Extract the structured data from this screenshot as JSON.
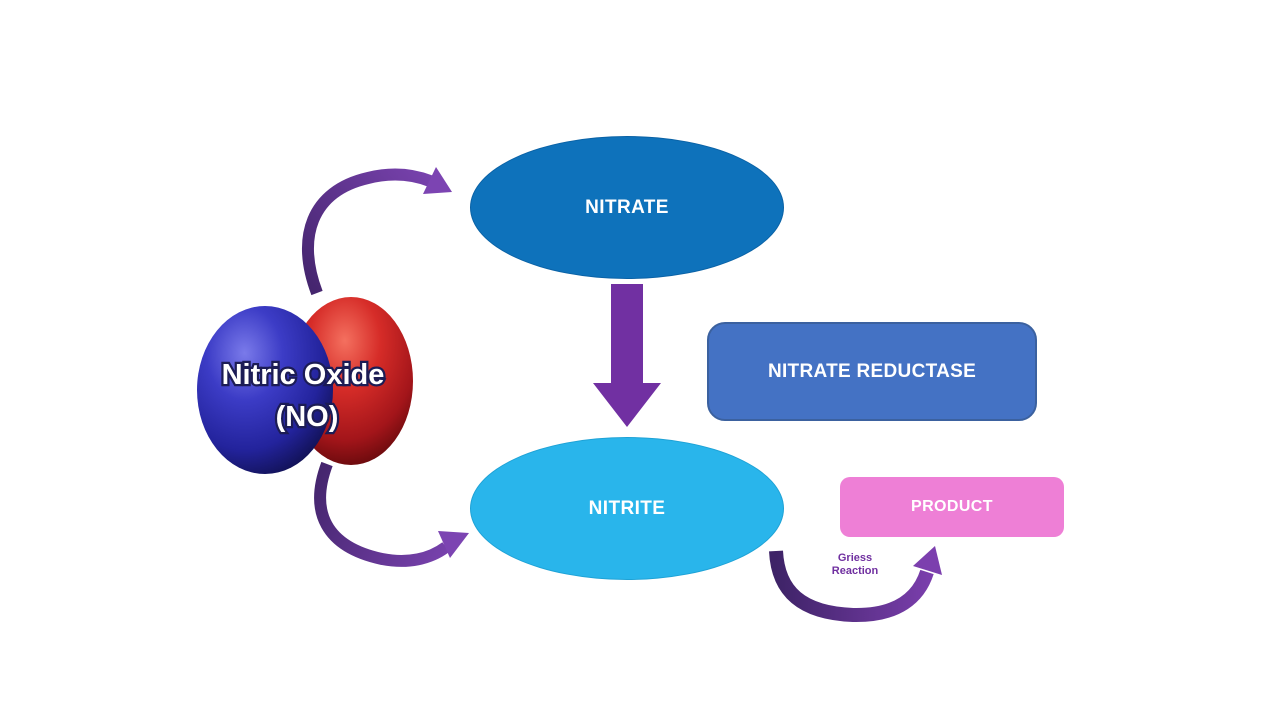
{
  "background_color": "#FFFFFF",
  "molecule": {
    "line1": "Nitric Oxide",
    "line2": "(NO)",
    "left_sphere_color": "#2C2CB4",
    "right_sphere_color": "#C01E22",
    "text_color": "#FFFFFF"
  },
  "nodes": {
    "nitrate": {
      "label": "NITRATE",
      "shape": "ellipse",
      "fill": "#0E72BB",
      "text_color": "#FFFFFF"
    },
    "nitrite": {
      "label": "NITRITE",
      "shape": "ellipse",
      "fill": "#29B5EB",
      "text_color": "#FFFFFF"
    },
    "nitrate_reductase": {
      "label": "NITRATE REDUCTASE",
      "shape": "rounded-rectangle",
      "fill": "#4472C4",
      "text_color": "#FFFFFF"
    },
    "product": {
      "label": "PRODUCT",
      "shape": "rounded-rectangle",
      "fill": "#EE7FD6",
      "text_color": "#FFFFFF"
    }
  },
  "annotations": {
    "griess": {
      "line1": "Griess",
      "line2": "Reaction",
      "color": "#7030A0"
    }
  },
  "arrows": {
    "color": "#7030A0",
    "gradient_dark": "#44256D",
    "gradient_light": "#7C44B2",
    "no_to_nitrate": "curved arrow from molecule up to NITRATE",
    "nitrate_to_nitrite": "thick straight arrow down",
    "no_to_nitrite": "curved arrow from molecule down to NITRITE",
    "nitrite_to_product": "curved U arrow up to PRODUCT"
  }
}
